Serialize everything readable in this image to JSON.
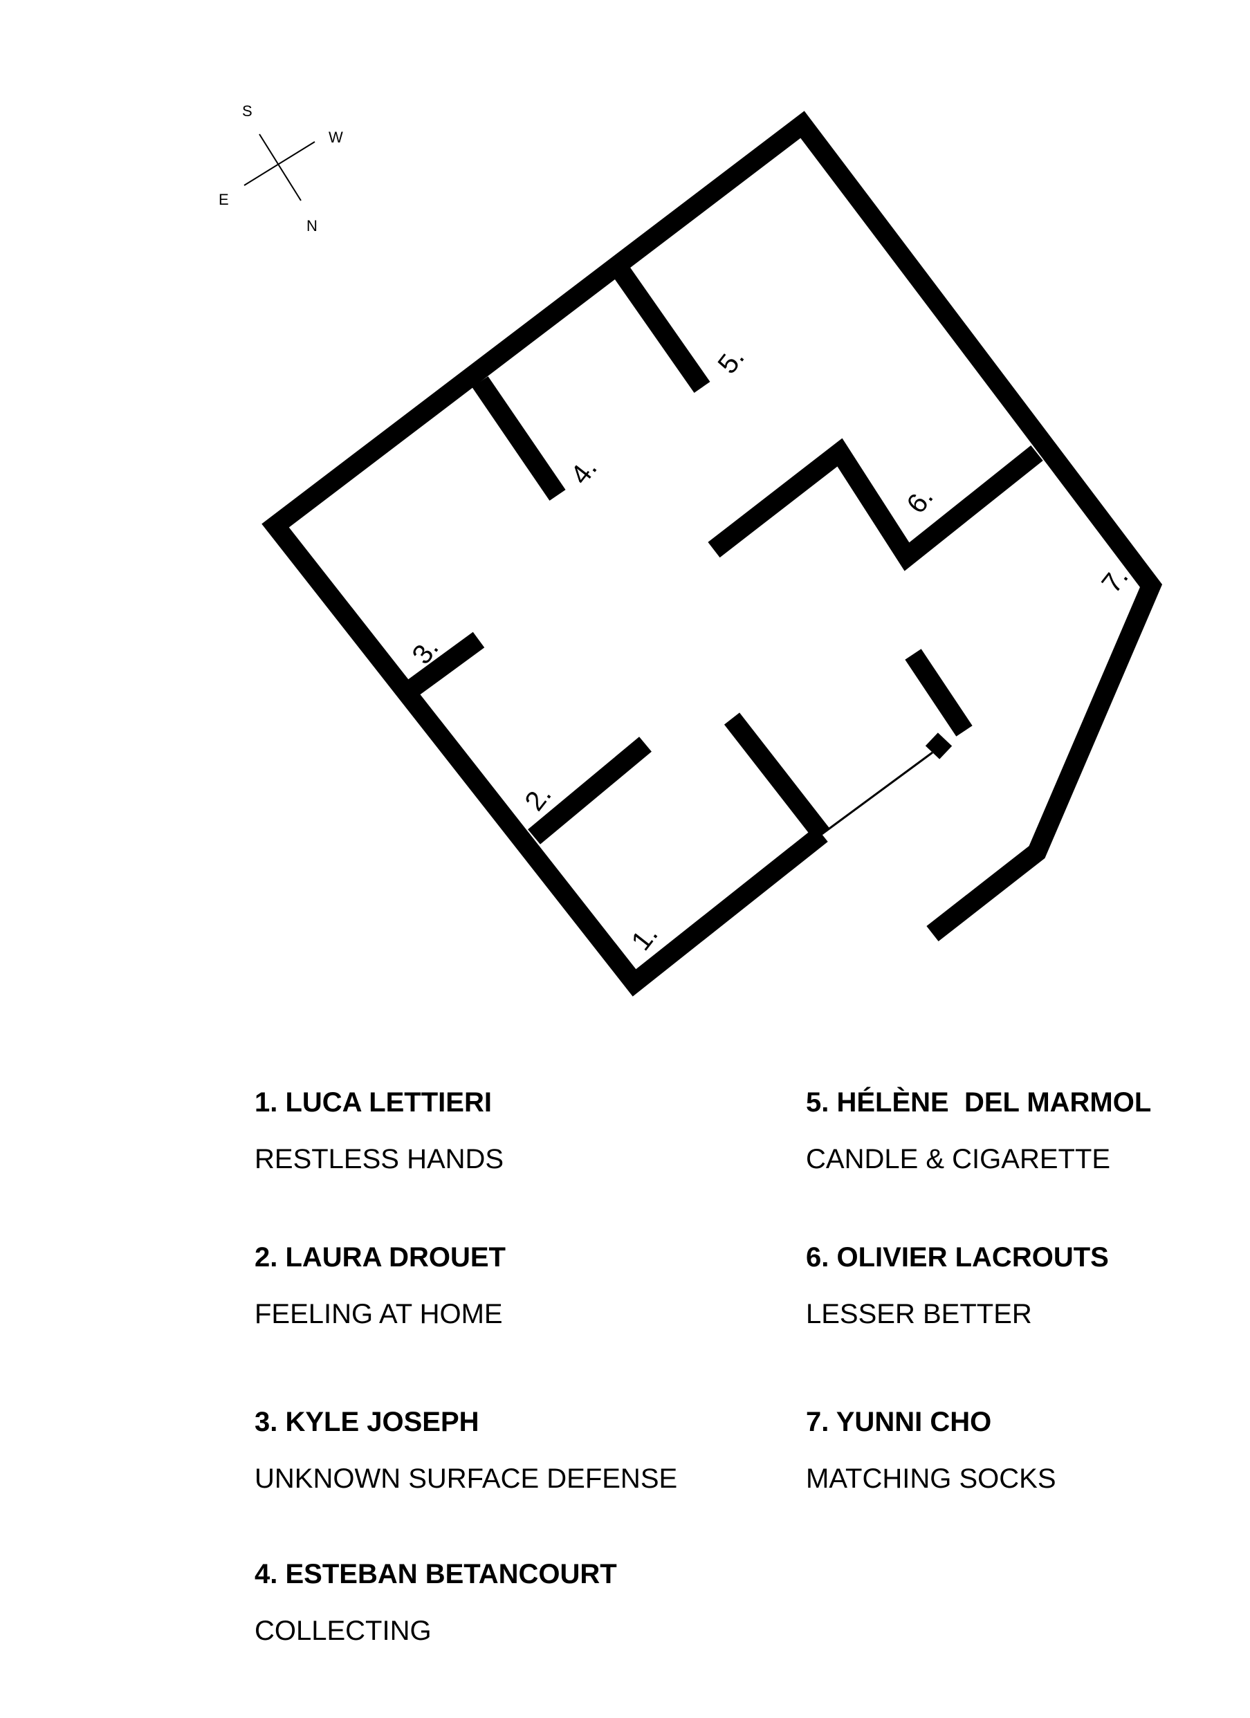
{
  "compass": {
    "north": "N",
    "south": "S",
    "east": "E",
    "west": "W"
  },
  "rooms": [
    {
      "number": "1.",
      "artist": "1. LUCA LETTIERI",
      "work": "RESTLESS HANDS"
    },
    {
      "number": "2.",
      "artist": "2. LAURA DROUET",
      "work": "FEELING AT HOME"
    },
    {
      "number": "3.",
      "artist": "3. KYLE JOSEPH",
      "work": "UNKNOWN SURFACE DEFENSE"
    },
    {
      "number": "4.",
      "artist": "4. ESTEBAN BETANCOURT",
      "work": "COLLECTING"
    },
    {
      "number": "5.",
      "artist": "5. HÉLÈNE  DEL MARMOL",
      "work": "CANDLE & CIGARETTE"
    },
    {
      "number": "6.",
      "artist": "6. OLIVIER LACROUTS",
      "work": "LESSER BETTER"
    },
    {
      "number": "7.",
      "artist": "7. YUNNI CHO",
      "work": "MATCHING SOCKS"
    }
  ]
}
